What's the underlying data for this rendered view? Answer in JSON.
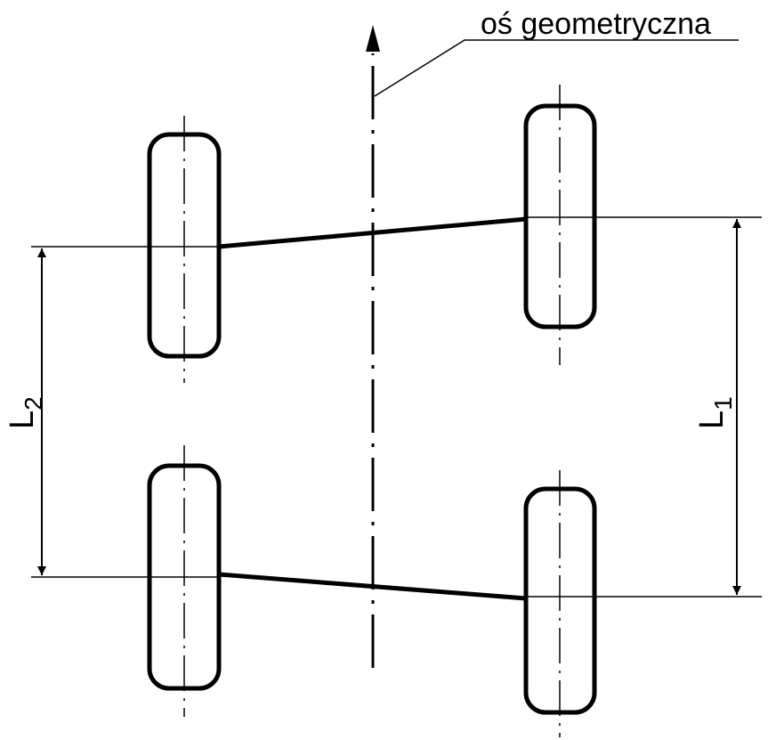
{
  "axis_label": "oś geometryczna",
  "dimensions": {
    "left": {
      "letter": "L",
      "subscript": "2"
    },
    "right": {
      "letter": "L",
      "subscript": "1"
    }
  },
  "colors": {
    "stroke": "#000000",
    "background": "#ffffff"
  }
}
